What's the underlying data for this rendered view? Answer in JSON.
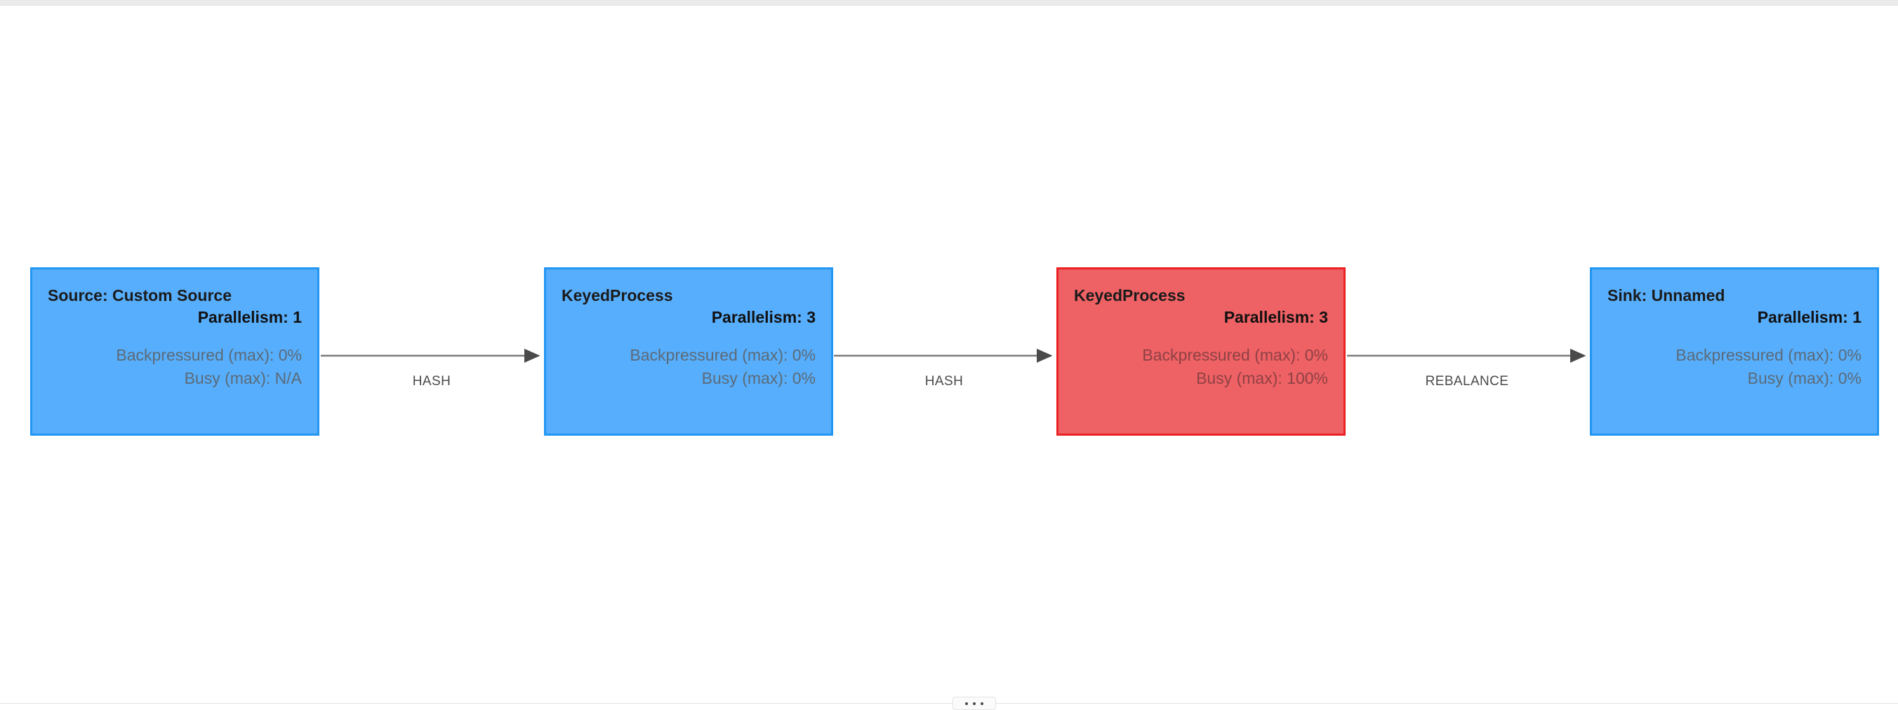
{
  "app": {
    "view": "job-graph",
    "colors": {
      "node_blue_fill": "#57aefc",
      "node_blue_border": "#2196f3",
      "node_red_fill": "#ee6164",
      "node_red_border": "#eb2124",
      "edge_stroke": "#7c7c7c",
      "canvas_background": "#ffffff",
      "metric_text_blue": "#5b6a78",
      "metric_text_red": "#8f4145"
    }
  },
  "graph": {
    "nodes": [
      {
        "id": "source-custom-source",
        "title": "Source: Custom Source",
        "parallelism_label": "Parallelism: 1",
        "parallelism": 1,
        "backpressure_label": "Backpressured (max): 0%",
        "backpressure": "0%",
        "busy_label": "Busy (max): N/A",
        "busy": "N/A",
        "status": "ok"
      },
      {
        "id": "keyed-process-1",
        "title": "KeyedProcess",
        "parallelism_label": "Parallelism: 3",
        "parallelism": 3,
        "backpressure_label": "Backpressured (max): 0%",
        "backpressure": "0%",
        "busy_label": "Busy (max): 0%",
        "busy": "0%",
        "status": "ok"
      },
      {
        "id": "keyed-process-2",
        "title": "KeyedProcess",
        "parallelism_label": "Parallelism: 3",
        "parallelism": 3,
        "backpressure_label": "Backpressured (max): 0%",
        "backpressure": "0%",
        "busy_label": "Busy (max): 100%",
        "busy": "100%",
        "status": "busy"
      },
      {
        "id": "sink-unnamed",
        "title": "Sink: Unnamed",
        "parallelism_label": "Parallelism: 1",
        "parallelism": 1,
        "backpressure_label": "Backpressured (max): 0%",
        "backpressure": "0%",
        "busy_label": "Busy (max): 0%",
        "busy": "0%",
        "status": "ok"
      }
    ],
    "edges": [
      {
        "id": "edge-0",
        "from": "source-custom-source",
        "to": "keyed-process-1",
        "label": "HASH"
      },
      {
        "id": "edge-1",
        "from": "keyed-process-1",
        "to": "keyed-process-2",
        "label": "HASH"
      },
      {
        "id": "edge-2",
        "from": "keyed-process-2",
        "to": "sink-unnamed",
        "label": "REBALANCE"
      }
    ]
  },
  "bottom_panel": {
    "handle_icon": "ellipsis-drag-handle"
  }
}
